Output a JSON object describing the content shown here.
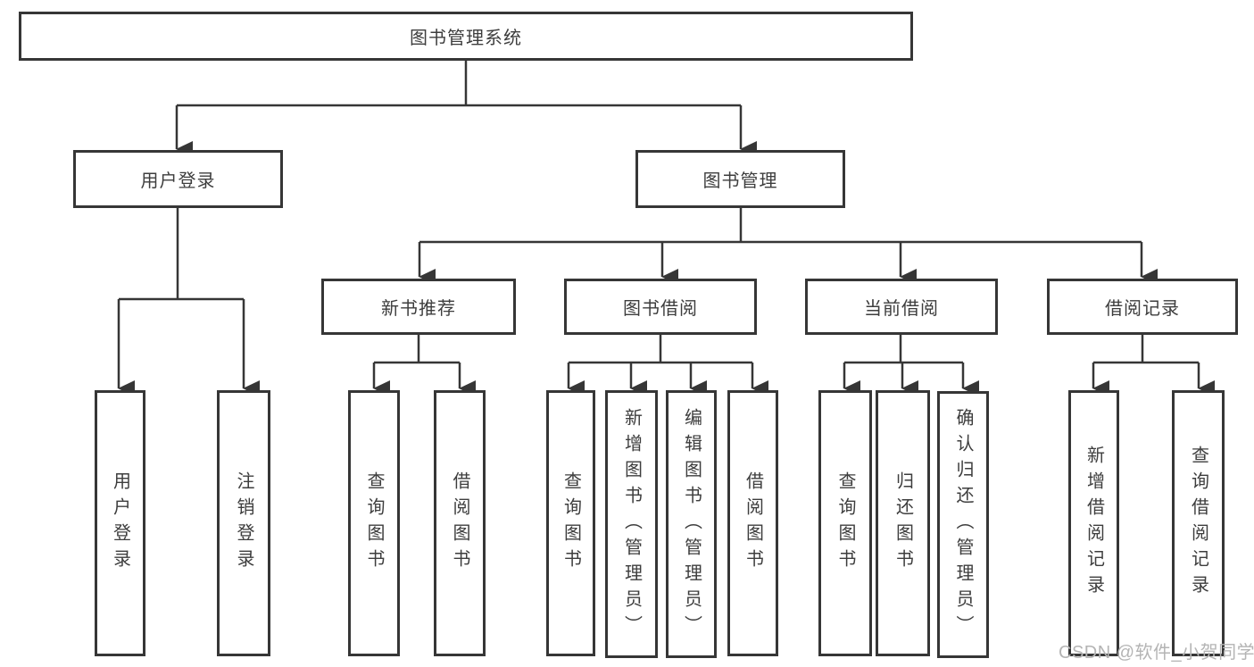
{
  "palette": {
    "line": "#363636",
    "text": "#3d3d3d",
    "background": "#ffffff",
    "watermark": "#b4b4b4"
  },
  "watermark": {
    "text": "CSDN @软件_小贺同学"
  },
  "diagram": {
    "type": "tree",
    "root": {
      "label": "图书管理系统",
      "children": [
        {
          "label": "用户登录",
          "children": [
            {
              "label": "用户登录"
            },
            {
              "label": "注销登录"
            }
          ]
        },
        {
          "label": "图书管理",
          "children": [
            {
              "label": "新书推荐",
              "children": [
                {
                  "label": "查询图书"
                },
                {
                  "label": "借阅图书"
                }
              ]
            },
            {
              "label": "图书借阅",
              "children": [
                {
                  "label": "查询图书"
                },
                {
                  "label": "新增图书（管理员）"
                },
                {
                  "label": "编辑图书（管理员）"
                },
                {
                  "label": "借阅图书"
                }
              ]
            },
            {
              "label": "当前借阅",
              "children": [
                {
                  "label": "查询图书"
                },
                {
                  "label": "归还图书"
                },
                {
                  "label": "确认归还（管理员）"
                }
              ]
            },
            {
              "label": "借阅记录",
              "children": [
                {
                  "label": "新增借阅记录"
                },
                {
                  "label": "查询借阅记录"
                }
              ]
            }
          ]
        }
      ]
    }
  }
}
